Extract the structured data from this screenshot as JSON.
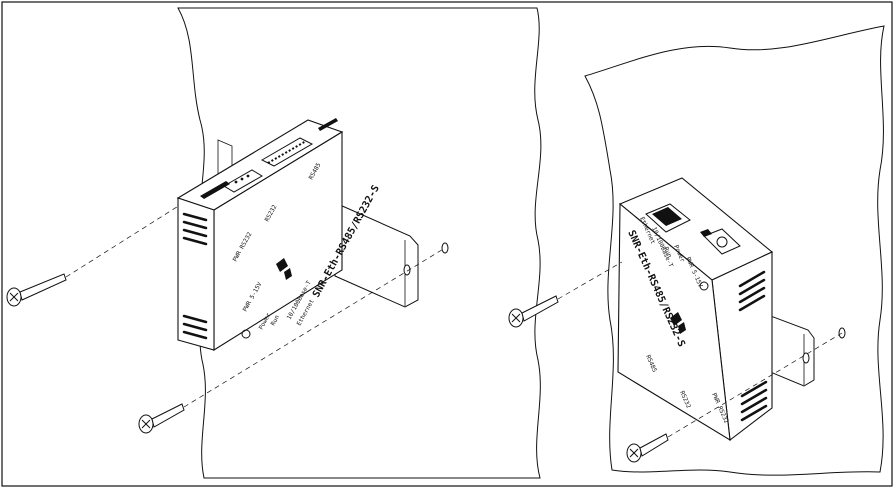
{
  "figure": {
    "left_scene": {
      "model": "SNR-Eth-RS485/RS232-S",
      "ports": {
        "rs232": "RS232",
        "rs485": "RS485",
        "pwr_led": "PWR RS232",
        "power_in": "PWR 5-15V",
        "power": "Power",
        "run": "Run",
        "speed": "10/100Base-T",
        "ethernet": "Ethernet"
      }
    },
    "right_scene": {
      "model": "SNR-Eth-RS485/RS232-S",
      "ports": {
        "ethernet": "Ethernet",
        "speed": "10/100Base-T",
        "run": "Run",
        "power": "Power",
        "power_in": "PWR 5-15V",
        "rs485": "RS485",
        "pwr_led": "PWR RS232",
        "rs232": "RS232"
      }
    }
  },
  "colors": {
    "line": "#111111",
    "background": "#ffffff"
  }
}
